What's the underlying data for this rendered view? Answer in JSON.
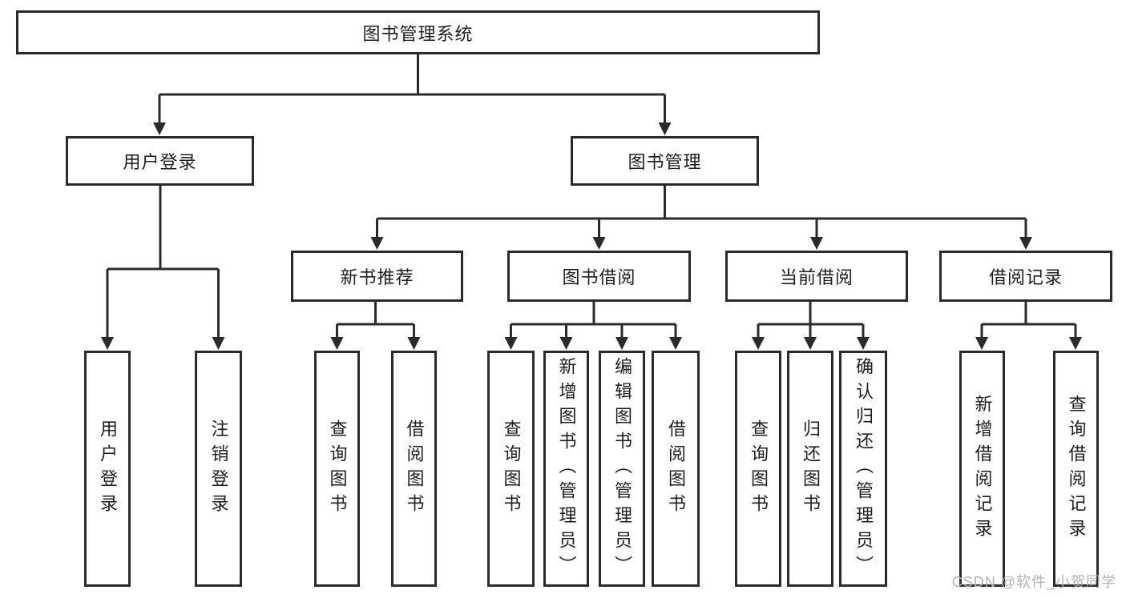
{
  "diagram": {
    "root_label": "图书管理系统",
    "level2": [
      {
        "id": "user_login",
        "label": "用户登录"
      },
      {
        "id": "book_management",
        "label": "图书管理"
      }
    ],
    "level3": [
      {
        "id": "new_book_recommend",
        "label": "新书推荐"
      },
      {
        "id": "book_borrow",
        "label": "图书借阅"
      },
      {
        "id": "current_borrow",
        "label": "当前借阅"
      },
      {
        "id": "borrow_records",
        "label": "借阅记录"
      }
    ],
    "leaves": {
      "user_login": [
        "用户登录",
        "注销登录"
      ],
      "new_book_recommend": [
        "查询图书",
        "借阅图书"
      ],
      "book_borrow": [
        "查询图书",
        "新增图书（管理员）",
        "编辑图书（管理员）",
        "借阅图书"
      ],
      "current_borrow": [
        "查询图书",
        "归还图书",
        "确认归还（管理员）"
      ],
      "borrow_records": [
        "新增借阅记录",
        "查询借阅记录"
      ]
    }
  },
  "watermark": "CSDN @软件_小贺同学",
  "colors": {
    "line": "#2b2b2b",
    "text": "#1e1e1e",
    "watermark": "#b4b4b4",
    "background": "#ffffff"
  }
}
